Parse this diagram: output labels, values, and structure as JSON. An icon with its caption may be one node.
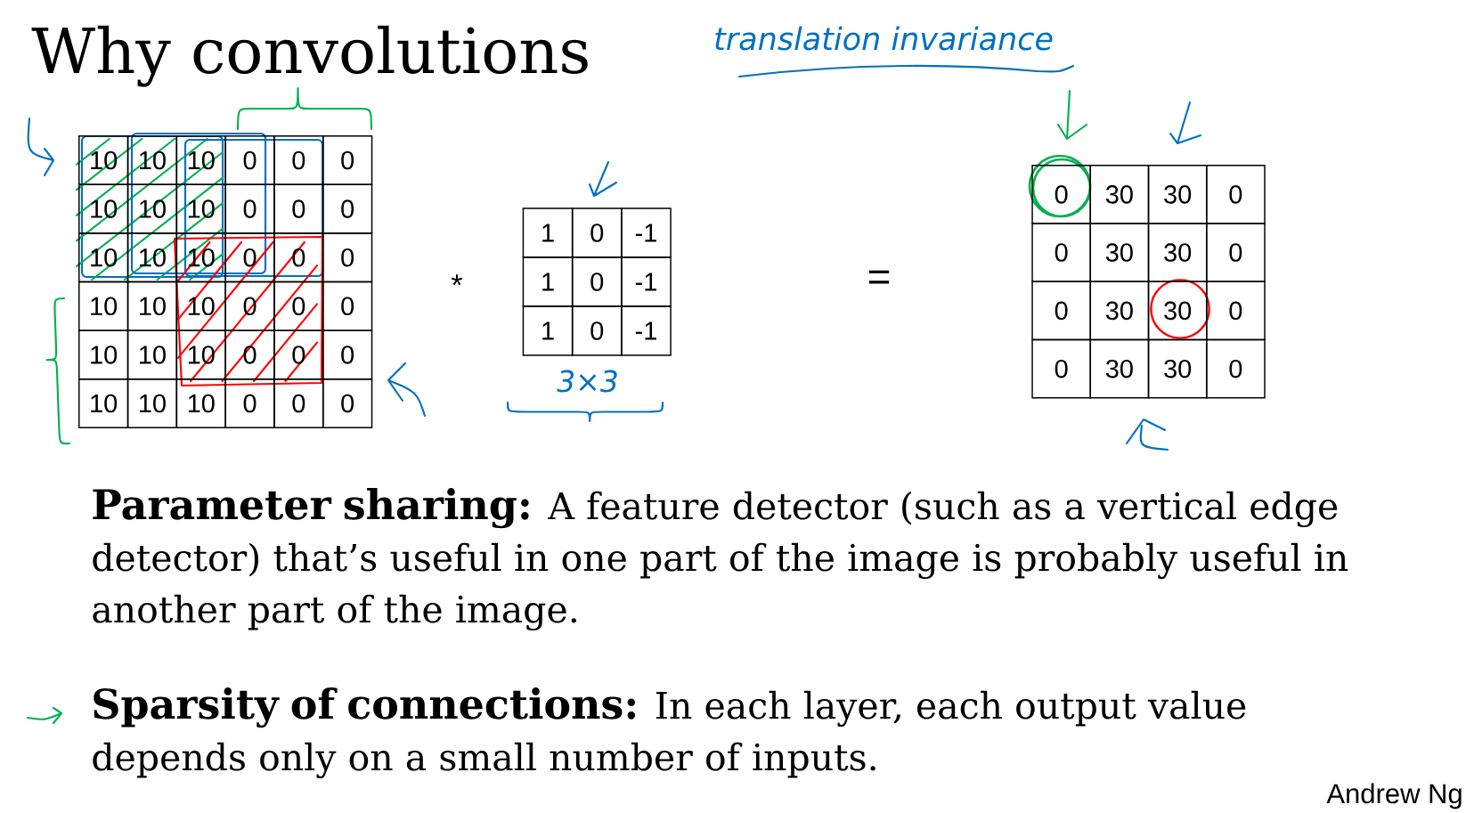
{
  "diagram": {
    "title": "Why convolutions",
    "labels": [
      "translation invariance",
      "10",
      "10",
      "10",
      "0",
      "0",
      "0",
      "10",
      "10",
      "10",
      "0",
      "0",
      "0",
      "10",
      "10",
      "10",
      "0",
      "0",
      "0",
      "10",
      "10",
      "10",
      "0",
      "0",
      "0",
      "10",
      "10",
      "10",
      "0",
      "0",
      "0",
      "10",
      "10",
      "10",
      "0",
      "0",
      "0",
      "*",
      "1",
      "0",
      "-1",
      "1",
      "0",
      "-1",
      "1",
      "0",
      "-1",
      "3×3",
      "=",
      "0",
      "30",
      "30",
      "0",
      "0",
      "30",
      "30",
      "0",
      "0",
      "30",
      "30",
      "0",
      "0",
      "30",
      "30",
      "0",
      "**Parameter sharing:** A feature detector (such as a vertical edge detector) that’s useful in one part of the image is probably useful in another part of the image.",
      "**Sparsity of connections:** In each layer, each output value depends only on a small number of inputs.",
      "Andrew Ng"
    ]
  }
}
